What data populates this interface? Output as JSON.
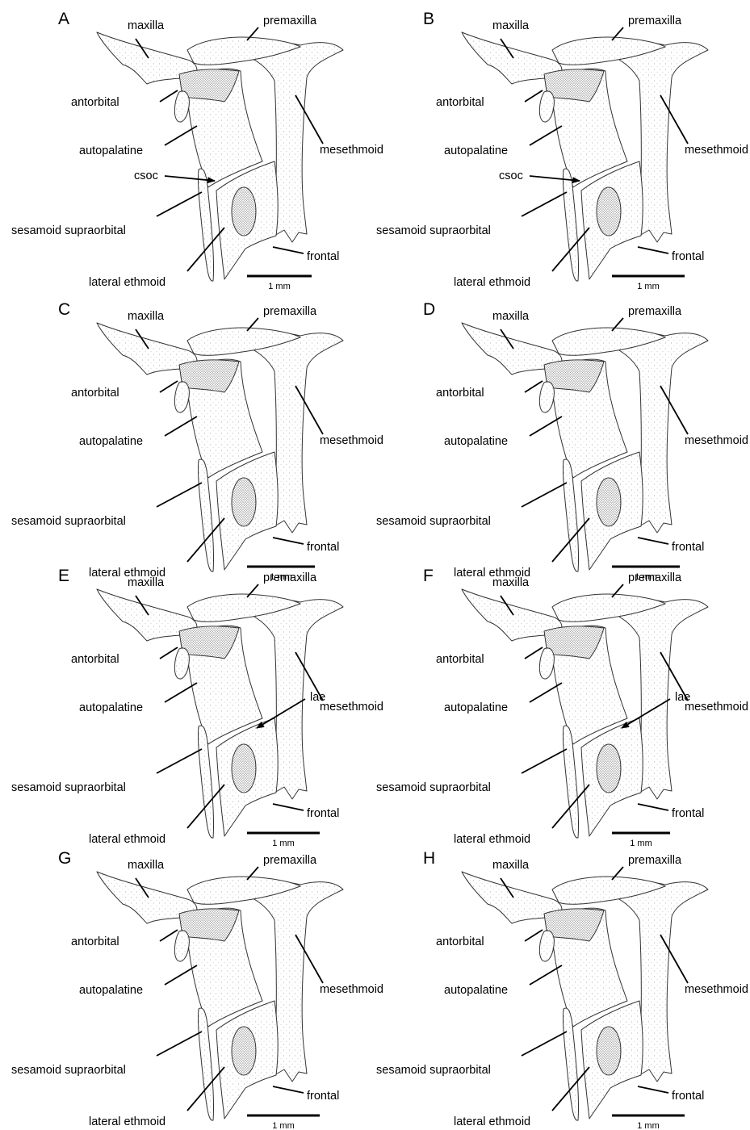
{
  "labels": {
    "maxilla": "maxilla",
    "premaxilla": "premaxilla",
    "mesethmoid": "mesethmoid",
    "antorbital": "antorbital",
    "autopalatine": "autopalatine",
    "sesamoid_supraorbital": "sesamoid supraorbital",
    "lateral_ethmoid": "lateral ethmoid",
    "frontal": "frontal",
    "csoc": "csoc",
    "lae": "lae"
  },
  "scale_label": "1 mm",
  "panels": [
    {
      "letter": "A",
      "extra": "csoc"
    },
    {
      "letter": "B",
      "extra": "csoc"
    },
    {
      "letter": "C",
      "extra": ""
    },
    {
      "letter": "D",
      "extra": ""
    },
    {
      "letter": "E",
      "extra": "lae"
    },
    {
      "letter": "F",
      "extra": "lae"
    },
    {
      "letter": "G",
      "extra": ""
    },
    {
      "letter": "H",
      "extra": ""
    }
  ]
}
